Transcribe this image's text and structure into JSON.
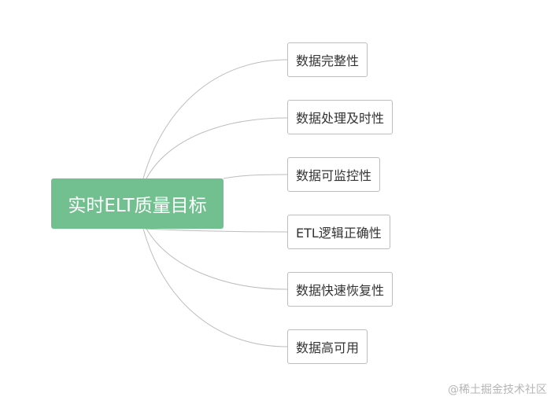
{
  "mindmap": {
    "root": {
      "label": "实时ELT质量目标"
    },
    "children": [
      {
        "label": "数据完整性"
      },
      {
        "label": "数据处理及时性"
      },
      {
        "label": "数据可监控性"
      },
      {
        "label": "ETL逻辑正确性"
      },
      {
        "label": "数据快速恢复性"
      },
      {
        "label": "数据高可用"
      }
    ],
    "colors": {
      "root_fill": "#72c08f",
      "root_text": "#ffffff",
      "child_border": "#bdbdbd",
      "connector": "#bdbdbd"
    }
  },
  "watermark": {
    "text": "@稀土掘金技术社区"
  }
}
